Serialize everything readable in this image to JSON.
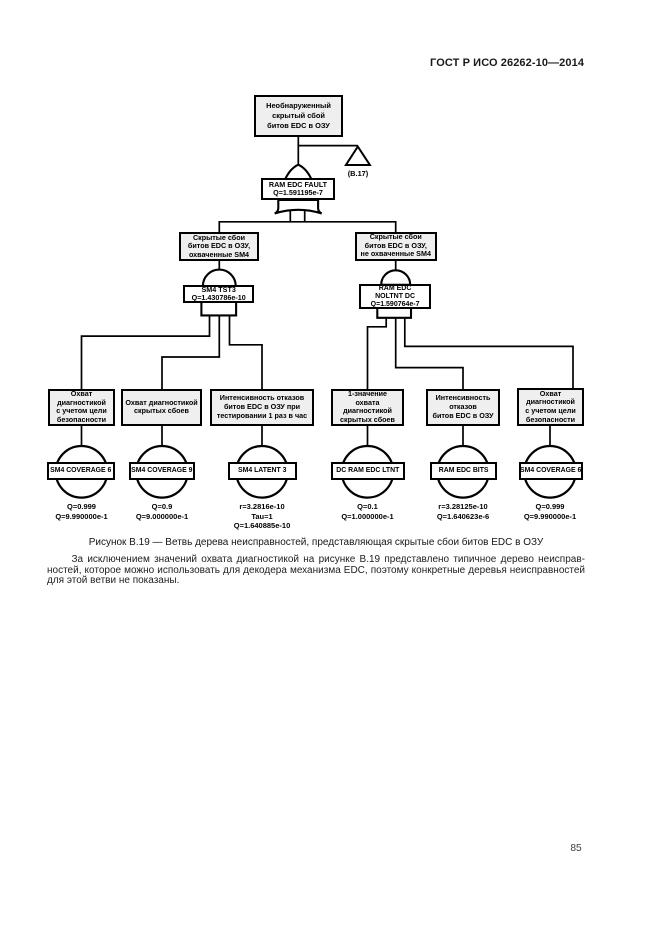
{
  "page": {
    "header_title": "ГОСТ Р ИСО 26262-10—2014",
    "page_number": "85"
  },
  "figure": {
    "caption": "Рисунок В.19 — Ветвь дерева неисправностей, представляющая скрытые сбои битов EDC в ОЗУ",
    "transfer_label": "(В.17)",
    "top_event": {
      "lines": [
        "Необнаруженный",
        "скрытый сбой",
        "битов EDC в ОЗУ"
      ]
    },
    "gates": {
      "ram_edc_fault": {
        "type": "or",
        "lines": [
          "RAM EDC FAULT",
          "Q=1.591195e-7"
        ]
      },
      "sm4_tst3": {
        "type": "and",
        "lines": [
          "SM4 TST3",
          "Q=1.430786e-10"
        ]
      },
      "ram_edc_noltnt_dc": {
        "type": "and",
        "lines": [
          "RAM EDC",
          "NOLTNT DC",
          "Q=1.590764e-7"
        ]
      }
    },
    "branches": {
      "covered": {
        "lines": [
          "Скрытые сбои",
          "битов EDC в ОЗУ,",
          "охваченные SM4"
        ]
      },
      "uncovered": {
        "lines": [
          "Скрытые сбои",
          "битов EDC в ОЗУ,",
          "не охваченные SM4"
        ]
      }
    },
    "events": [
      {
        "desc": [
          "Охват",
          "диагностикой",
          "с учетом цели",
          "безопасности"
        ],
        "label": "SM4 COVERAGE 6",
        "values": [
          "Q=0.999",
          "Q=9.990000e-1"
        ]
      },
      {
        "desc": [
          "Охват диагностикой",
          "скрытых сбоев"
        ],
        "label": "SM4 COVERAGE 9",
        "values": [
          "Q=0.9",
          "Q=9.000000e-1"
        ]
      },
      {
        "desc": [
          "Интенсивность отказов",
          "битов EDC в ОЗУ при",
          "тестировании 1 раз в час"
        ],
        "label": "SM4 LATENT 3",
        "values": [
          "r=3.2816e-10",
          "Tau=1",
          "Q=1.640885e-10"
        ]
      },
      {
        "desc": [
          "1-значение",
          "охвата",
          "диагностикой",
          "скрытых сбоев"
        ],
        "label": "DC RAM EDC LTNT",
        "values": [
          "Q=0.1",
          "Q=1.000000e-1"
        ]
      },
      {
        "desc": [
          "Интенсивность",
          "отказов",
          "битов EDC в ОЗУ"
        ],
        "label": "RAM EDC BITS",
        "values": [
          "r=3.28125e-10",
          "Q=1.640623e-6"
        ]
      },
      {
        "desc": [
          "Охват",
          "диагностикой",
          "с учетом цели",
          "безопасности"
        ],
        "label": "SM4 COVERAGE 6",
        "values": [
          "Q=0.999",
          "Q=9.990000e-1"
        ]
      }
    ]
  },
  "body": {
    "paragraph_lines": [
      "За исключением значений охвата диагностикой на рисунке В.19 представлено типичное дерево неисправ-",
      "ностей, которое можно использовать для декодера механизма EDC, поэтому конкретные деревья неисправностей",
      "для этой ветви не показаны."
    ]
  }
}
